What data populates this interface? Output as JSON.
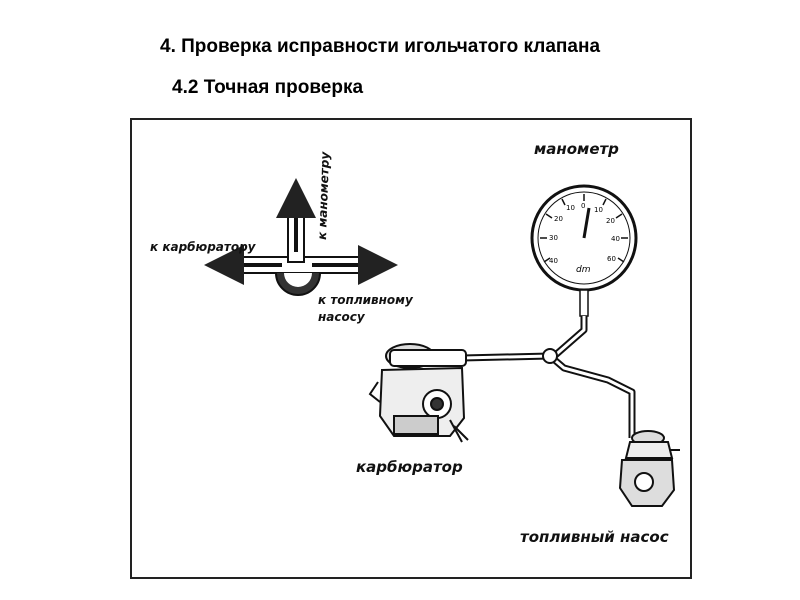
{
  "header": {
    "title": "4. Проверка исправности игольчатого клапана",
    "subtitle": "4.2 Точная проверка"
  },
  "diagram": {
    "labels": {
      "manometer": "манометр",
      "carburetor": "карбюратор",
      "fuel_pump": "топливный насос",
      "to_manometer": "к манометру",
      "to_carburetor": "к карбюратору",
      "to_fuel_pump_line1": "к топливному",
      "to_fuel_pump_line2": "насосу"
    },
    "gauge": {
      "ticks": [
        "40",
        "30",
        "20",
        "10",
        "0",
        "10",
        "20",
        "40",
        "60"
      ],
      "unit": "dm"
    }
  }
}
